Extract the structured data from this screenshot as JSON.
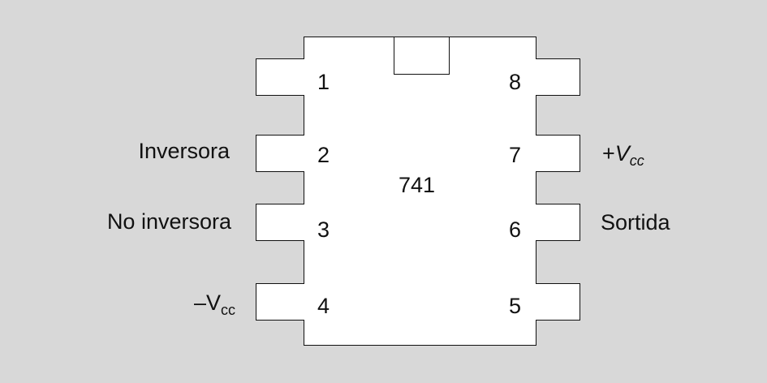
{
  "chip": {
    "name": "741"
  },
  "pins": {
    "p1": {
      "number": "1",
      "label": ""
    },
    "p2": {
      "number": "2",
      "label": "Inversora"
    },
    "p3": {
      "number": "3",
      "label": "No inversora"
    },
    "p4": {
      "number": "4",
      "label_main": "–V",
      "label_sub": "cc"
    },
    "p5": {
      "number": "5",
      "label": ""
    },
    "p6": {
      "number": "6",
      "label": "Sortida"
    },
    "p7": {
      "number": "7",
      "label_main": "+",
      "label_italic": "V",
      "label_sub": "cc"
    },
    "p8": {
      "number": "8",
      "label": ""
    }
  }
}
